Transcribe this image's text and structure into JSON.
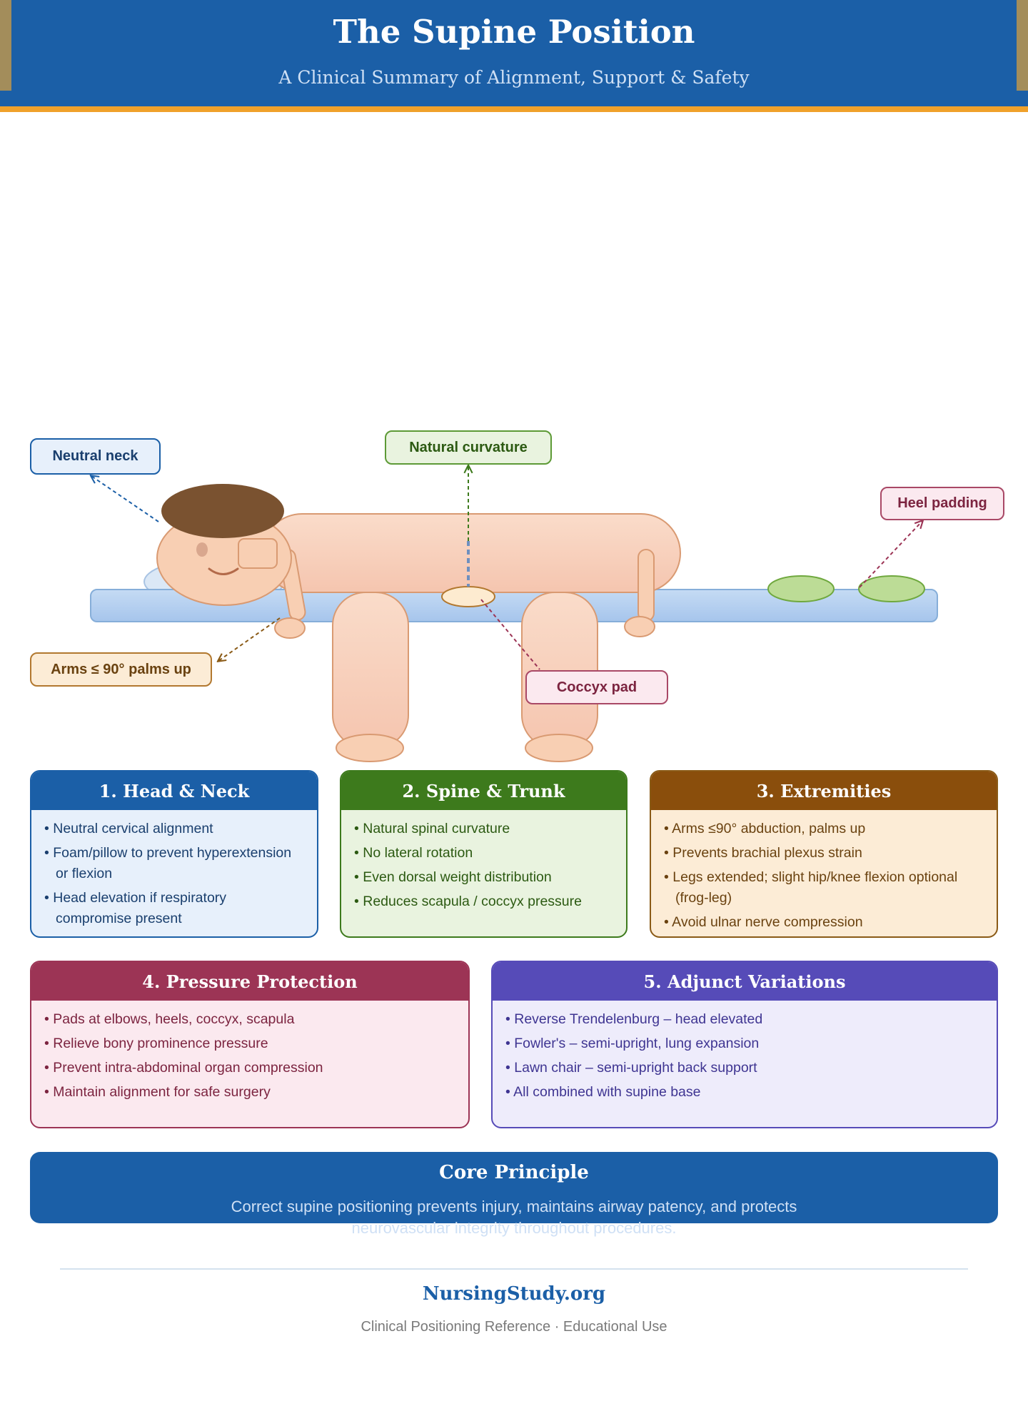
{
  "header": {
    "title": "The Supine Position",
    "subtitle": "A Clinical Summary of Alignment, Support & Safety"
  },
  "colors": {
    "primary": "#1b5fa7",
    "accent": "#f0a12b",
    "skin": "#f8cfb3",
    "hair": "#7a5230",
    "table": "#b7d2f1",
    "pad": "#bcdc96"
  },
  "callouts": {
    "neck": "Neutral neck",
    "curvature": "Natural curvature",
    "heel": "Heel padding",
    "arms": "Arms ≤ 90° palms up",
    "coccyx": "Coccyx pad"
  },
  "cards": [
    {
      "title": "1. Head & Neck",
      "items": [
        "Neutral cervical alignment",
        "Foam/pillow to prevent hyperextension or flexion",
        "Head elevation if respiratory compromise present"
      ]
    },
    {
      "title": "2. Spine & Trunk",
      "items": [
        "Natural spinal curvature",
        "No lateral rotation",
        "Even dorsal weight distribution",
        "Reduces scapula / coccyx pressure"
      ]
    },
    {
      "title": "3. Extremities",
      "items": [
        "Arms ≤90° abduction, palms up",
        "Prevents brachial plexus strain",
        "Legs extended; slight hip/knee flexion optional (frog-leg)",
        "Avoid ulnar nerve compression"
      ]
    },
    {
      "title": "4. Pressure Protection",
      "items": [
        "Pads at elbows, heels, coccyx, scapula",
        "Relieve bony prominence pressure",
        "Prevent intra-abdominal organ compression",
        "Maintain alignment for safe surgery"
      ]
    },
    {
      "title": "5. Adjunct Variations",
      "items": [
        "Reverse Trendelenburg – head elevated",
        "Fowler's – semi-upright, lung expansion",
        "Lawn chair – semi-upright back support",
        "All combined with supine base"
      ]
    }
  ],
  "core": {
    "title": "Core Principle",
    "line1": "Correct supine positioning prevents injury, maintains airway patency, and protects",
    "line2": "neurovascular integrity throughout procedures."
  },
  "footer": {
    "brand": "NursingStudy.org",
    "note": "Clinical Positioning Reference · Educational Use"
  }
}
